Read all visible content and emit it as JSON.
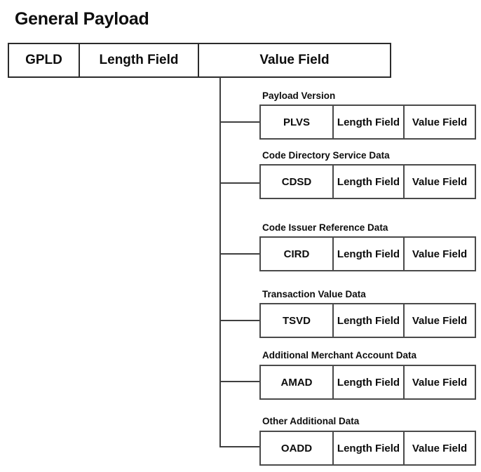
{
  "title": "General Payload",
  "main_table": {
    "cells": [
      "GPLD",
      "Length Field",
      "Value Field"
    ]
  },
  "groups": [
    {
      "label": "Payload Version",
      "code": "PLVS",
      "length": "Length Field",
      "value": "Value Field"
    },
    {
      "label": "Code Directory Service Data",
      "code": "CDSD",
      "length": "Length Field",
      "value": "Value Field"
    },
    {
      "label": "Code Issuer Reference Data",
      "code": "CIRD",
      "length": "Length Field",
      "value": "Value Field"
    },
    {
      "label": "Transaction Value Data",
      "code": "TSVD",
      "length": "Length Field",
      "value": "Value Field"
    },
    {
      "label": "Additional Merchant Account Data",
      "code": "AMAD",
      "length": "Length Field",
      "value": "Value Field"
    },
    {
      "label": "Other Additional Data",
      "code": "OADD",
      "length": "Length Field",
      "value": "Value Field"
    }
  ],
  "colors": {
    "border_main": "#2b2b2b",
    "border_sub": "#4a4a4a",
    "line": "#3f3f3f",
    "text": "#0d0d0d",
    "background": "#ffffff"
  }
}
